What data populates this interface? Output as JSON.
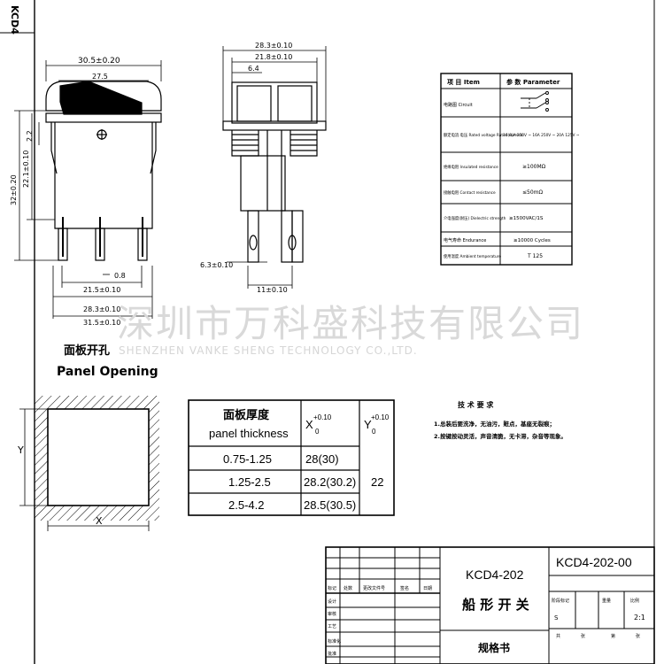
{
  "model_code": "KCD4",
  "front_view": {
    "dims": [
      "30.5±0.20",
      "27.5",
      "2.2",
      "22.1±0.10",
      "32±0.20",
      "0.8",
      "21.5±0.10",
      "28.3±0.10",
      "31.5±0.10"
    ]
  },
  "side_view": {
    "dims": [
      "28.3±0.10",
      "21.8±0.10",
      "6.4",
      "6.3±0.10",
      "11±0.10"
    ]
  },
  "panel_opening": {
    "title_cn": "面板开孔",
    "title_en": "Panel Opening",
    "x_label": "X",
    "y_label": "Y"
  },
  "params_table": {
    "header": [
      "项 目  Item",
      "参 数  Parameter"
    ],
    "rows": [
      {
        "item": "电路图 Circuit",
        "value": ""
      },
      {
        "item": "额定电流.电压 Rated voltage Rated current",
        "value": "16(8)A 250V ~ 16A 250V ~ 20A 125V ~"
      },
      {
        "item": "绝缘电阻 Insulated resistance",
        "value": "≥100MΩ"
      },
      {
        "item": "接触电阻 Contact resistance",
        "value": "≤50mΩ"
      },
      {
        "item": "介电强度(耐压) Dielectric strength",
        "value": "≥1500VAC/1S"
      },
      {
        "item": "电气寿命 Endurance",
        "value": "≥10000 Cycles"
      },
      {
        "item": "使用温度 Ambient temperature",
        "value": "T 125"
      }
    ]
  },
  "watermark": {
    "cn": "深圳市万科盛科技有限公司",
    "en": "SHENZHEN VANKE SHENG TECHNOLOGY CO.,LTD."
  },
  "requirements": {
    "title": "技 术 要 求",
    "lines": [
      "1.总装后要洗净，无油污，赃点，基座无裂痕；",
      "2.按键按动灵活，声音清脆，无卡滞，杂音等现象。"
    ]
  },
  "thickness_table": {
    "h1_cn": "面板厚度",
    "h1_en": "panel thickness",
    "h2": "X",
    "h2_sup": "+0.10",
    "h2_sub": "0",
    "h3": "Y",
    "h3_sup": "+0.10",
    "h3_sub": "0",
    "rows": [
      {
        "thickness": "0.75-1.25",
        "x": "28(30)"
      },
      {
        "thickness": "1.25-2.5",
        "x": "28.2(30.2)"
      },
      {
        "thickness": "2.5-4.2",
        "x": "28.5(30.5)"
      }
    ],
    "y_value": "22"
  },
  "title_block": {
    "drawing_no": "KCD4-202-00",
    "part_no": "KCD4-202",
    "name": "船 形 开 关",
    "spec": "规格书",
    "scale": "2:1",
    "labels": [
      "标记",
      "处数",
      "更改文件号",
      "签名",
      "日期",
      "设计",
      "审核",
      "工艺",
      "标准化",
      "批准",
      "阶段标记",
      "重量",
      "比例",
      "共",
      "张",
      "第",
      "张",
      "S"
    ]
  }
}
